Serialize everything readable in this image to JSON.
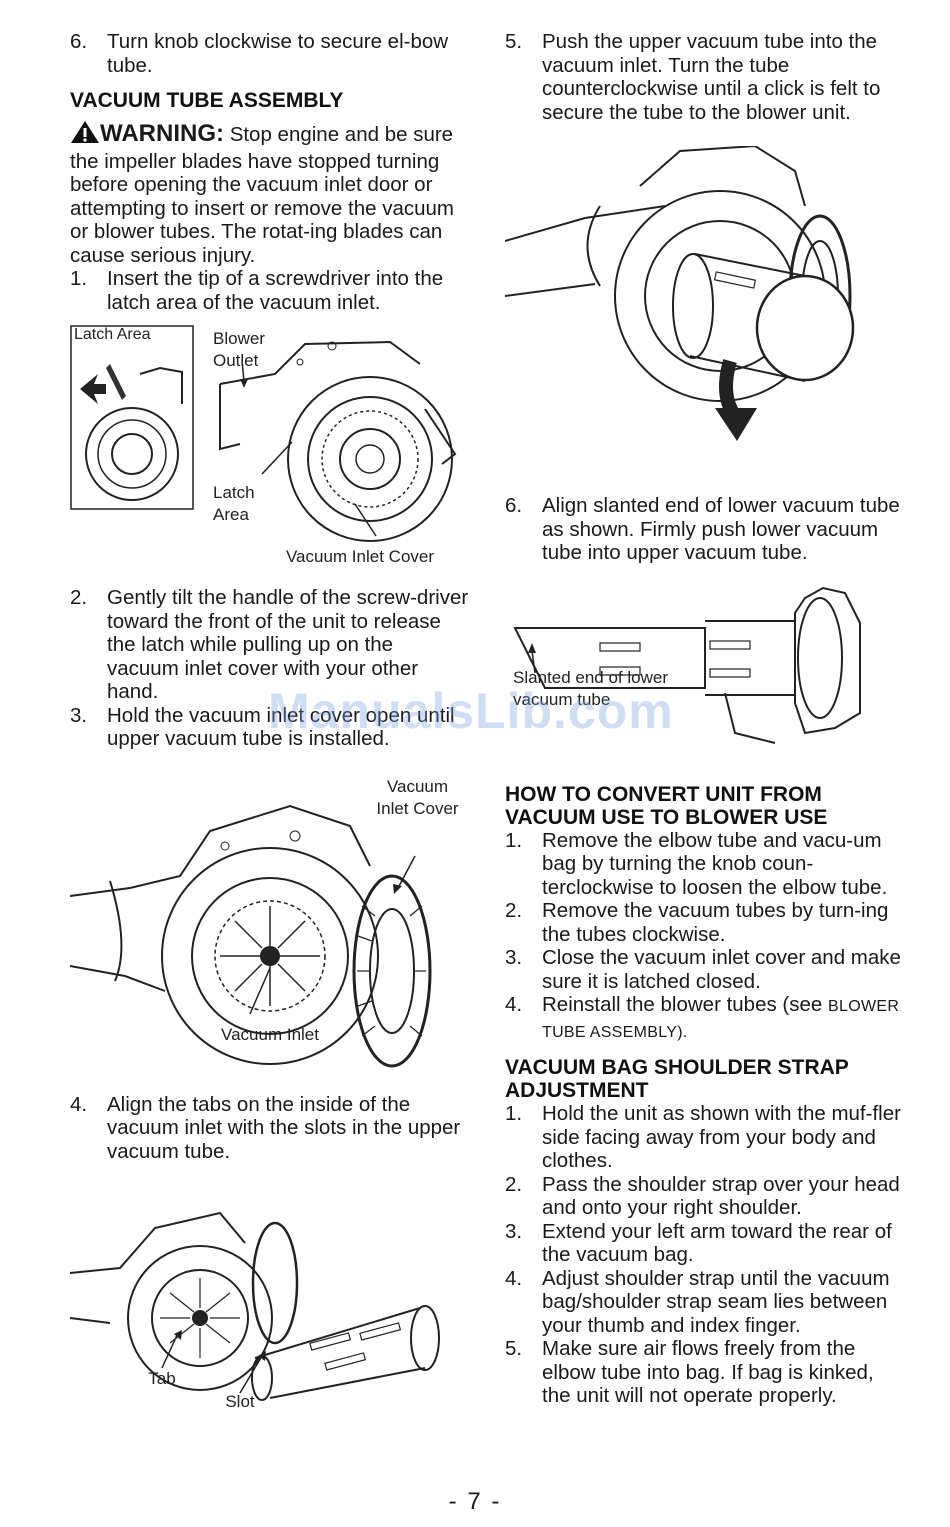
{
  "left": {
    "step6": {
      "num": "6.",
      "text": "Turn knob clockwise to secure el-bow tube."
    },
    "vacuum_tube_heading": "VACUUM TUBE ASSEMBLY",
    "warning": {
      "label": "WARNING:",
      "text": "Stop engine and be sure the impeller blades have stopped turning before opening the vacuum inlet door or attempting to insert or remove the vacuum or blower tubes. The rotat-ing blades can cause serious injury."
    },
    "step1": {
      "num": "1.",
      "text": "Insert the tip of a screwdriver into the latch area of the vacuum inlet."
    },
    "fig1": {
      "latch_area_box": "Latch Area",
      "blower_outlet": "Blower Outlet",
      "latch_area": "Latch Area",
      "vacuum_inlet_cover": "Vacuum Inlet Cover"
    },
    "step2": {
      "num": "2.",
      "text": "Gently tilt the handle of the screw-driver toward the front of the unit to release the latch while pulling up on the vacuum inlet cover with your other hand."
    },
    "step3": {
      "num": "3.",
      "text": "Hold the vacuum inlet cover open until upper vacuum tube is installed."
    },
    "fig2": {
      "vacuum_inlet_cover": "Vacuum Inlet Cover",
      "vacuum_inlet": "Vacuum Inlet"
    },
    "step4": {
      "num": "4.",
      "text": "Align the tabs on the inside of the vacuum inlet with the slots in the upper vacuum tube."
    },
    "fig3": {
      "tab": "Tab",
      "slot": "Slot"
    }
  },
  "right": {
    "step5": {
      "num": "5.",
      "text": "Push the upper vacuum tube into the vacuum inlet. Turn the tube counterclockwise until a click is felt to secure the tube to the blower unit."
    },
    "step6": {
      "num": "6.",
      "text": "Align slanted end of lower vacuum tube as shown. Firmly push lower vacuum tube into upper vacuum tube."
    },
    "fig5": {
      "slanted_end": "Slanted end of lower vacuum tube"
    },
    "convert_heading": "HOW TO CONVERT UNIT FROM VACUUM USE TO BLOWER USE",
    "convert_steps": [
      {
        "num": "1.",
        "text": "Remove the elbow tube and vacu-um bag by turning the knob coun-terclockwise to loosen the elbow tube."
      },
      {
        "num": "2.",
        "text": "Remove the vacuum tubes by turn-ing the tubes clockwise."
      },
      {
        "num": "3.",
        "text": "Close the vacuum inlet cover and make sure it is latched closed."
      },
      {
        "num": "4.",
        "text": "Reinstall the blower tubes (see",
        "smallcaps": "BLOWER TUBE ASSEMBLY)."
      }
    ],
    "strap_heading": "VACUUM BAG SHOULDER STRAP ADJUSTMENT",
    "strap_steps": [
      {
        "num": "1.",
        "text": "Hold the unit as shown with the muf-fler side facing away from your body and clothes."
      },
      {
        "num": "2.",
        "text": "Pass the shoulder strap over your head and onto your right shoulder."
      },
      {
        "num": "3.",
        "text": "Extend your left arm toward the rear of the vacuum bag."
      },
      {
        "num": "4.",
        "text": "Adjust shoulder strap until the vacuum bag/shoulder strap seam lies between your thumb and index finger."
      },
      {
        "num": "5.",
        "text": "Make sure air flows freely from the elbow tube into bag. If bag is kinked, the unit will not operate properly."
      }
    ]
  },
  "page_number": "- 7 -",
  "watermark": "ManualsLib.com"
}
